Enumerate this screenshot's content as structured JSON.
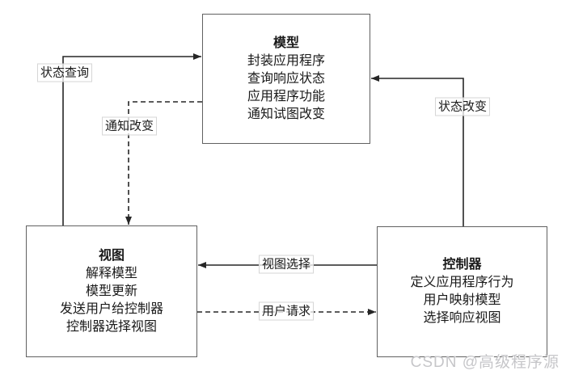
{
  "diagram": {
    "nodes": {
      "model": {
        "title": "模型",
        "lines": [
          "封装应用程序",
          "查询响应状态",
          "应用程序功能",
          "通知试图改变"
        ]
      },
      "view": {
        "title": "视图",
        "lines": [
          "解释模型",
          "模型更新",
          "发送用户给控制器",
          "控制器选择视图"
        ]
      },
      "controller": {
        "title": "控制器",
        "lines": [
          "定义应用程序行为",
          "用户映射模型",
          "选择响应视图"
        ]
      }
    },
    "edges": {
      "state_query": {
        "label": "状态查询",
        "style": "solid",
        "from": "view",
        "to": "model"
      },
      "notify_change": {
        "label": "通知改变",
        "style": "dashed",
        "from": "model",
        "to": "view"
      },
      "state_change": {
        "label": "状态改变",
        "style": "solid",
        "from": "controller",
        "to": "model"
      },
      "view_select": {
        "label": "视图选择",
        "style": "solid",
        "from": "controller",
        "to": "view"
      },
      "user_request": {
        "label": "用户请求",
        "style": "dashed",
        "from": "view",
        "to": "controller"
      }
    },
    "watermark": "CSDN @高级程序源",
    "colors": {
      "line": "#262626",
      "box_border": "#616161",
      "watermark": "#c6c6c9"
    }
  }
}
